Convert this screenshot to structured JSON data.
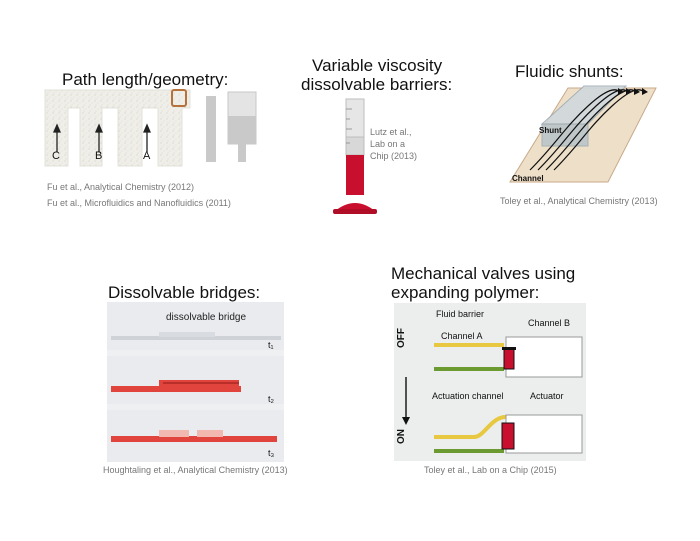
{
  "panels": {
    "path_length": {
      "title": "Path length/geometry:",
      "labels": [
        "C",
        "B",
        "A"
      ],
      "citations": [
        "Fu et al., Analytical Chemistry (2012)",
        "Fu et al., Microfluidics and Nanofluidics (2011)"
      ]
    },
    "viscosity": {
      "title_line1": "Variable viscosity",
      "title_line2": "dissolvable barriers:",
      "citation_lines": [
        "Lutz et al.,",
        "Lab on a",
        "Chip (2013)"
      ]
    },
    "shunts": {
      "title": "Fluidic shunts:",
      "shunt_label": "Shunt",
      "channel_label": "Channel",
      "citation": "Toley et al., Analytical Chemistry (2013)"
    },
    "bridges": {
      "title": "Dissolvable bridges:",
      "bridge_label": "dissolvable bridge",
      "stage_labels": [
        "t₁",
        "t₂",
        "t₃"
      ],
      "citation": "Houghtaling et al., Analytical Chemistry (2013)"
    },
    "valves": {
      "title_line1": "Mechanical valves using",
      "title_line2": "expanding polymer:",
      "fluid_barrier": "Fluid  barrier",
      "channel_a": "Channel A",
      "channel_b": "Channel B",
      "actuation_channel": "Actuation channel",
      "actuator": "Actuator",
      "off": "OFF",
      "on": "ON",
      "citation": "Toley et al., Lab on a Chip (2015)"
    }
  },
  "colors": {
    "red": "#c8102e",
    "paper": "#f4f1ea",
    "yellow": "#e8c840",
    "green": "#6a9a30"
  }
}
